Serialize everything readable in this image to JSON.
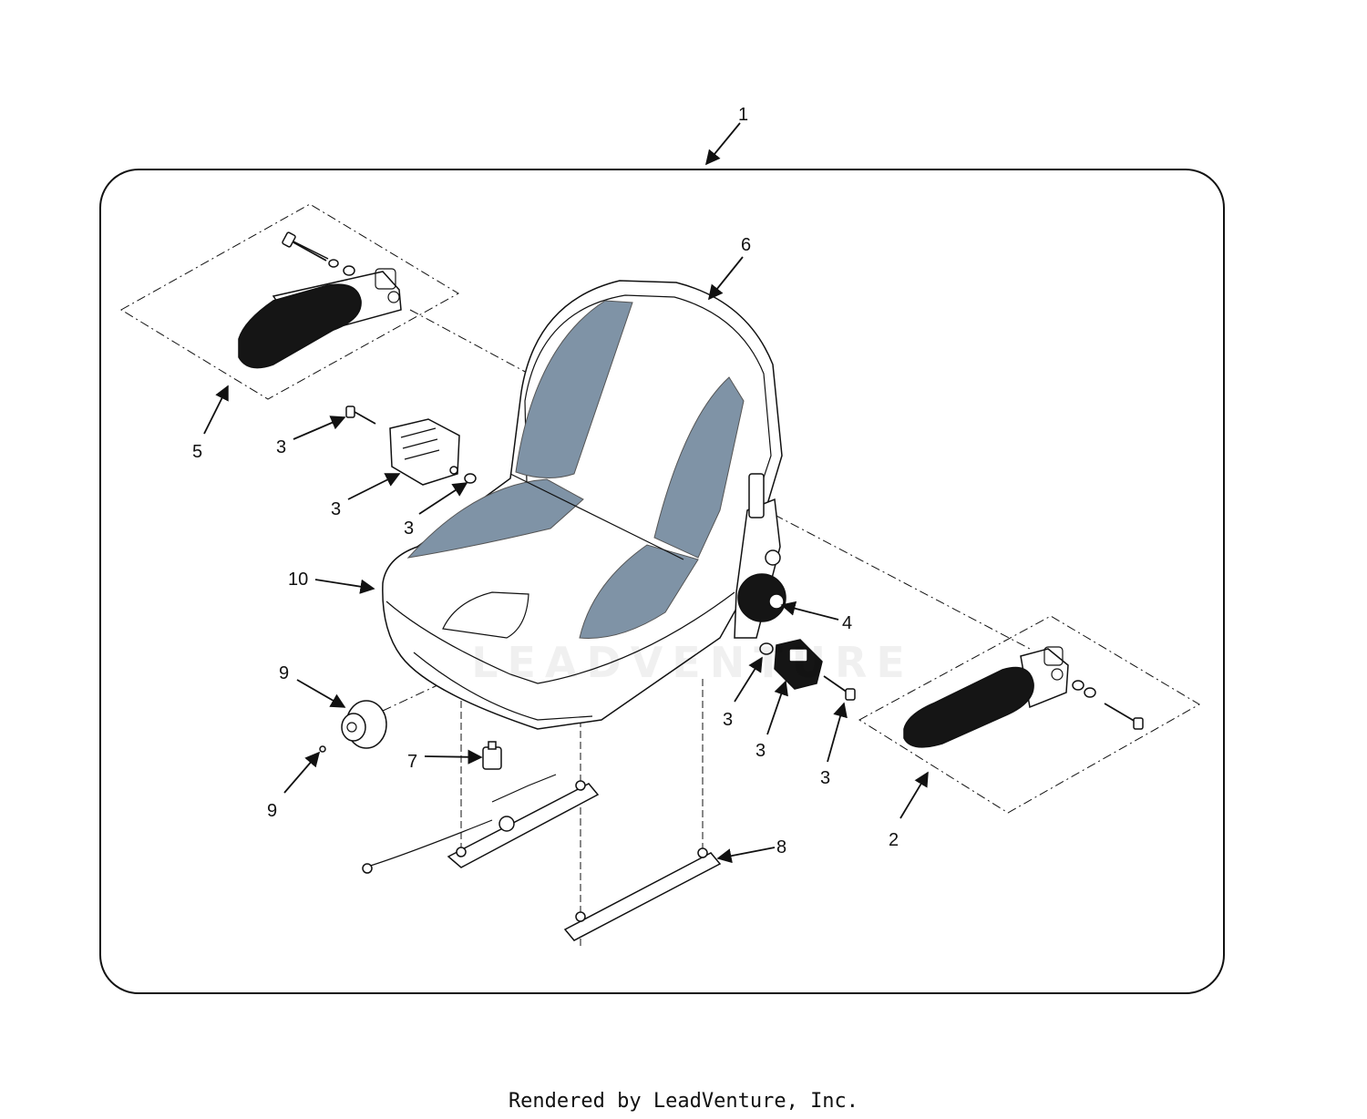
{
  "callouts": [
    {
      "id": "c1",
      "label": "1"
    },
    {
      "id": "c6",
      "label": "6"
    },
    {
      "id": "c5",
      "label": "5"
    },
    {
      "id": "c3a",
      "label": "3"
    },
    {
      "id": "c3b",
      "label": "3"
    },
    {
      "id": "c3c",
      "label": "3"
    },
    {
      "id": "c10",
      "label": "10"
    },
    {
      "id": "c4",
      "label": "4"
    },
    {
      "id": "c9a",
      "label": "9"
    },
    {
      "id": "c9b",
      "label": "9"
    },
    {
      "id": "c7",
      "label": "7"
    },
    {
      "id": "c3d",
      "label": "3"
    },
    {
      "id": "c3e",
      "label": "3"
    },
    {
      "id": "c3f",
      "label": "3"
    },
    {
      "id": "c2",
      "label": "2"
    },
    {
      "id": "c8",
      "label": "8"
    }
  ],
  "watermark": "LEADVENTURE",
  "footer": "Rendered by LeadVenture, Inc.",
  "colors": {
    "seat_panel": "#7f93a6",
    "armrest_pad": "#151515",
    "line": "#111111"
  }
}
